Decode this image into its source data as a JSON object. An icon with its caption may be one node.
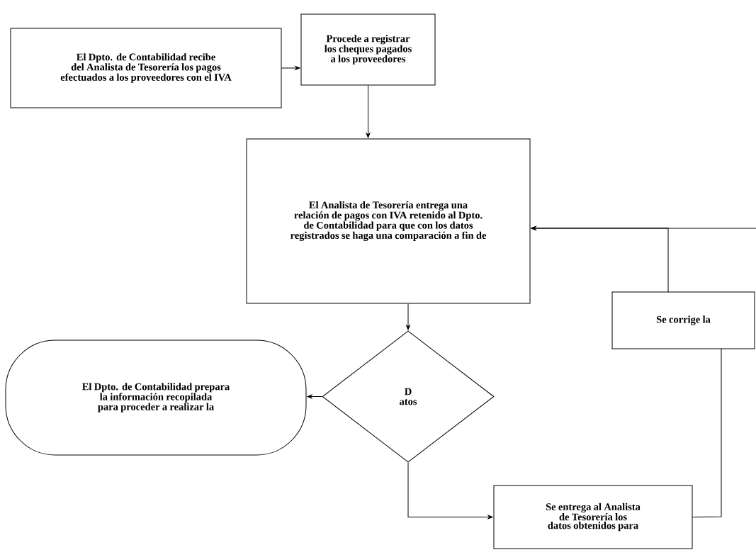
{
  "diagram": {
    "nodes": [
      {
        "text": [
          "El Dpto. de Contabilidad recibe del Analista de Tesorería los pagos efectuados a los proveedores con el IVA"
        ]
      },
      {
        "text": [
          "Procede a registrar los cheques pagados a los proveedores"
        ]
      },
      {
        "text": [
          "El Analista de Tesorería entrega una relación de pagos con IVA retenido al Dpto. de Contabilidad para que con los datos registrados se haga una comparación a fin de"
        ]
      },
      {
        "text": [
          "D",
          "atos"
        ]
      },
      {
        "text": [
          "El Dpto. de Contabilidad prepara la información recopilada para proceder a realizar la"
        ]
      },
      {
        "text": [
          "Se entrega al Analista de Tesorería los datos obtenidos para"
        ]
      },
      {
        "text": [
          "Se corrige la"
        ]
      }
    ],
    "edges": [
      {
        "from": 0,
        "to": 1,
        "arrow": "to"
      },
      {
        "from": 1,
        "to": 2,
        "arrow": "to"
      },
      {
        "from": 2,
        "to": 3,
        "arrow": "to"
      },
      {
        "from": 3,
        "to": 4,
        "arrow": "to"
      },
      {
        "from": 3,
        "to": 5,
        "arrow": "to"
      },
      {
        "from": 5,
        "to": 6,
        "arrow": "none"
      },
      {
        "from": 6,
        "to": 2,
        "arrow": "to"
      },
      {
        "from": null,
        "to": 2,
        "arrow": "to"
      }
    ]
  }
}
